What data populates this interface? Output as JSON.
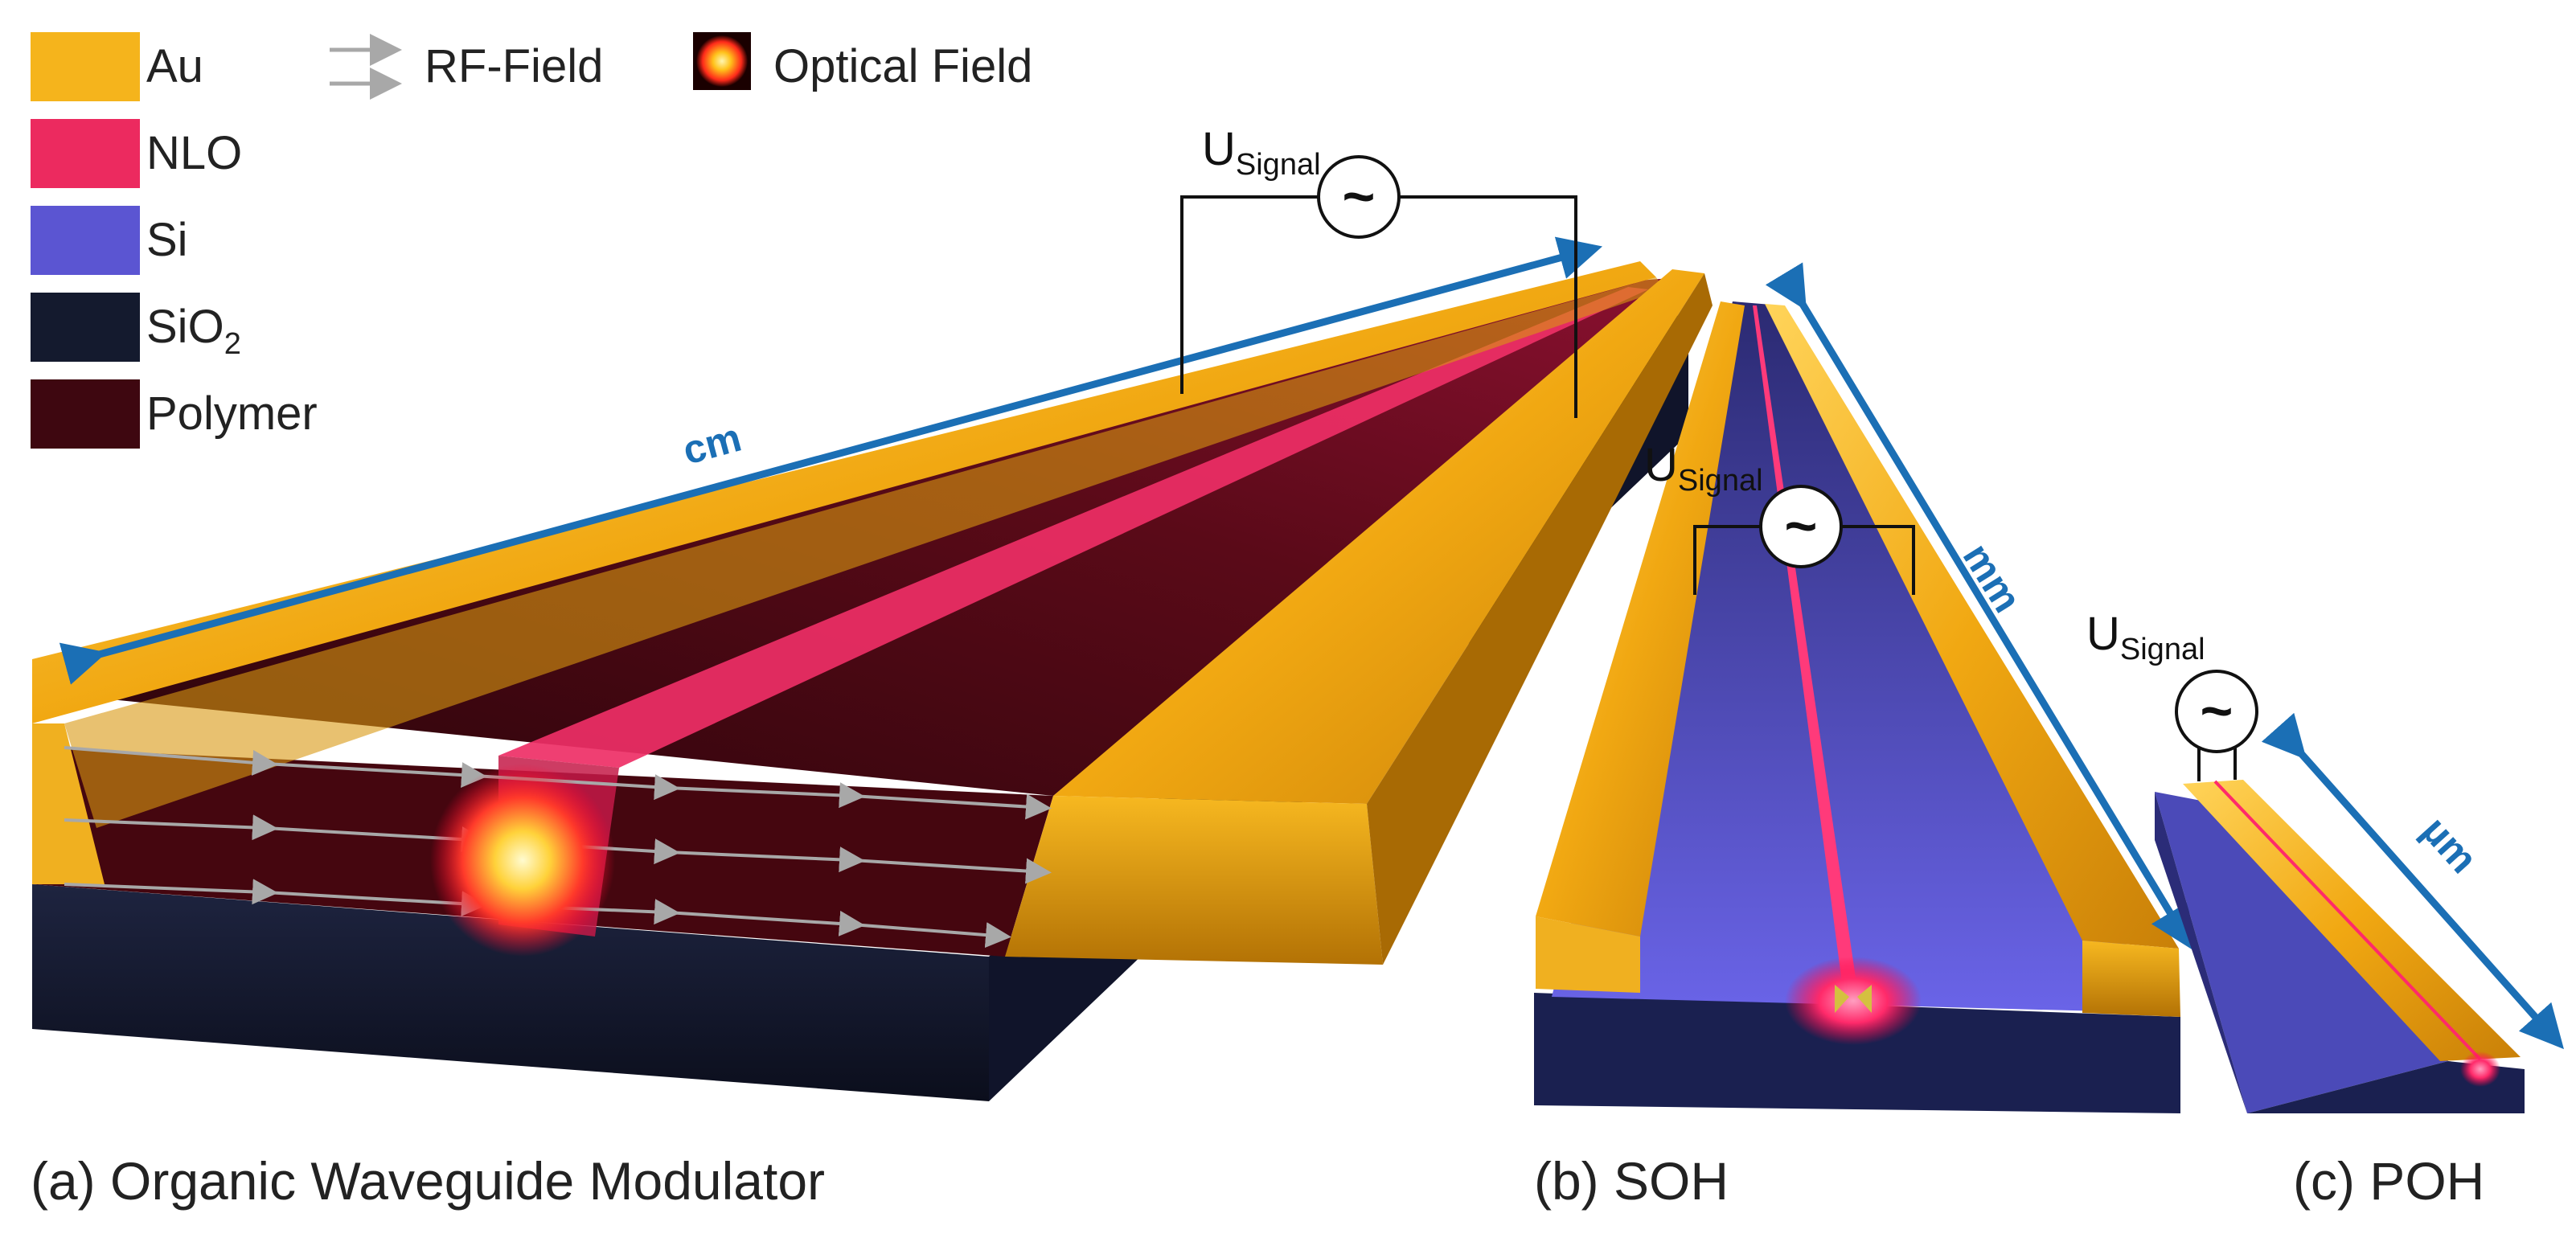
{
  "legend": {
    "items": [
      {
        "label": "Au",
        "color": "#f5b41c"
      },
      {
        "label": "NLO",
        "color": "#ec2a5f"
      },
      {
        "label": "Si",
        "color": "#5b55d2"
      },
      {
        "label": "SiO",
        "sub": "2",
        "color": "#141a2e"
      },
      {
        "label": "Polymer",
        "color": "#3e0710"
      }
    ],
    "rf_field": "RF-Field",
    "optical_field": "Optical Field"
  },
  "signal": {
    "main": "U",
    "sub": "Signal",
    "symbol": "~"
  },
  "dimensions": {
    "a": "cm",
    "b": "mm",
    "c": "µm"
  },
  "captions": {
    "a": "(a) Organic Waveguide Modulator",
    "b": "(b) SOH",
    "c": "(c) POH"
  },
  "colors": {
    "gold": "#f5b41c",
    "nlo": "#ec2a5f",
    "si": "#5b55d2",
    "sio2": "#141a2e",
    "polymer": "#3e0710",
    "arrow_blue": "#1b6fb5"
  }
}
